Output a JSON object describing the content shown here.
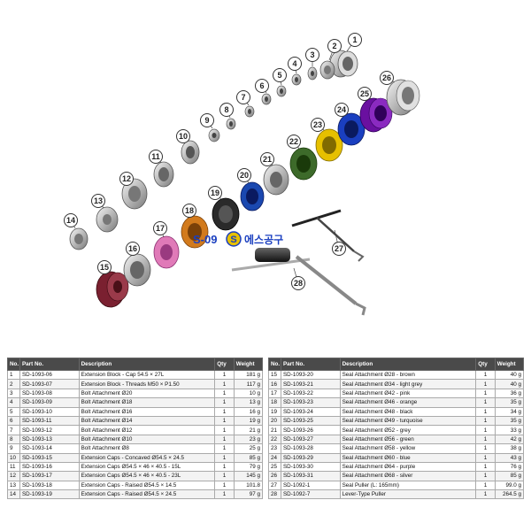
{
  "watermark": {
    "code": "S-09",
    "text": "에스공구"
  },
  "callouts": [
    "1",
    "2",
    "3",
    "4",
    "5",
    "6",
    "7",
    "8",
    "9",
    "10",
    "11",
    "12",
    "13",
    "14",
    "15",
    "16",
    "17",
    "18",
    "19",
    "20",
    "21",
    "22",
    "23",
    "24",
    "25",
    "26",
    "27",
    "28"
  ],
  "colors": {
    "brown": "#8a2a3a",
    "light_grey": "#cfcfcf",
    "pink": "#e07ab8",
    "orange": "#d27a1c",
    "black": "#2a2a2a",
    "turquoise": "#2a8a8a",
    "grey": "#9a9a9a",
    "green": "#3d6a2a",
    "yellow": "#e6c000",
    "blue": "#1a3fc0",
    "purple": "#7a1ab0",
    "silver": "#c8c8c8",
    "header": "#4a4a4a"
  },
  "table": {
    "headers": [
      "No.",
      "Part No.",
      "Description",
      "Qty",
      "Weight"
    ],
    "left": [
      [
        "1",
        "SD-1093-06",
        "Extension Block - Cap 54.5 × 27L",
        "1",
        "181 g"
      ],
      [
        "2",
        "SD-1093-07",
        "Extension Block - Threads M50 × P1.50",
        "1",
        "117 g"
      ],
      [
        "3",
        "SD-1093-08",
        "Bolt Attachment Ø20",
        "1",
        "10 g"
      ],
      [
        "4",
        "SD-1093-09",
        "Bolt Attachment Ø18",
        "1",
        "13 g"
      ],
      [
        "5",
        "SD-1093-10",
        "Bolt Attachment Ø16",
        "1",
        "16 g"
      ],
      [
        "6",
        "SD-1093-11",
        "Bolt Attachment Ø14",
        "1",
        "19 g"
      ],
      [
        "7",
        "SD-1093-12",
        "Bolt Attachment Ø12",
        "1",
        "21 g"
      ],
      [
        "8",
        "SD-1093-13",
        "Bolt Attachment Ø10",
        "1",
        "23 g"
      ],
      [
        "9",
        "SD-1093-14",
        "Bolt Attachment Ø8",
        "1",
        "25 g"
      ],
      [
        "10",
        "SD-1093-15",
        "Extension Caps - Concaved Ø54.5 × 24.5",
        "1",
        "85 g"
      ],
      [
        "11",
        "SD-1093-16",
        "Extension Caps Ø54.5 × 46 × 40.5 - 15L",
        "1",
        "79 g"
      ],
      [
        "12",
        "SD-1093-17",
        "Extension Caps Ø54.5 × 46 × 40.5 - 23L",
        "1",
        "145 g"
      ],
      [
        "13",
        "SD-1093-18",
        "Extension Caps - Raised Ø54.5 × 14.5",
        "1",
        "101.8"
      ],
      [
        "14",
        "SD-1093-19",
        "Extension Caps - Raised Ø54.5 × 24.5",
        "1",
        "97 g"
      ]
    ],
    "right": [
      [
        "15",
        "SD-1093-20",
        "Seal Attachment Ø28 - brown",
        "1",
        "40 g"
      ],
      [
        "16",
        "SD-1093-21",
        "Seal Attachment Ø34 - light grey",
        "1",
        "40 g"
      ],
      [
        "17",
        "SD-1093-22",
        "Seal Attachment Ø42 - pink",
        "1",
        "36 g"
      ],
      [
        "18",
        "SD-1093-23",
        "Seal Attachment Ø46 - orange",
        "1",
        "35 g"
      ],
      [
        "19",
        "SD-1093-24",
        "Seal Attachment Ø48 - black",
        "1",
        "34 g"
      ],
      [
        "20",
        "SD-1093-25",
        "Seal Attachment Ø49 - turquoise",
        "1",
        "35 g"
      ],
      [
        "21",
        "SD-1093-26",
        "Seal Attachment Ø52 - grey",
        "1",
        "33 g"
      ],
      [
        "22",
        "SD-1093-27",
        "Seal Attachment Ø56 - green",
        "1",
        "42 g"
      ],
      [
        "23",
        "SD-1093-28",
        "Seal Attachment Ø58 - yellow",
        "1",
        "38 g"
      ],
      [
        "24",
        "SD-1093-29",
        "Seal Attachment Ø60 - blue",
        "1",
        "43 g"
      ],
      [
        "25",
        "SD-1093-30",
        "Seal Attachment Ø64 - purple",
        "1",
        "76 g"
      ],
      [
        "26",
        "SD-1093-31",
        "Seal Attachment Ø68 - silver",
        "1",
        "85 g"
      ],
      [
        "27",
        "SD-1092-1",
        "Seal Puller (L: 165mm)",
        "1",
        "99.0 g"
      ],
      [
        "28",
        "SD-1092-7",
        "Lever-Type Puller",
        "1",
        "264.5 g"
      ]
    ]
  }
}
